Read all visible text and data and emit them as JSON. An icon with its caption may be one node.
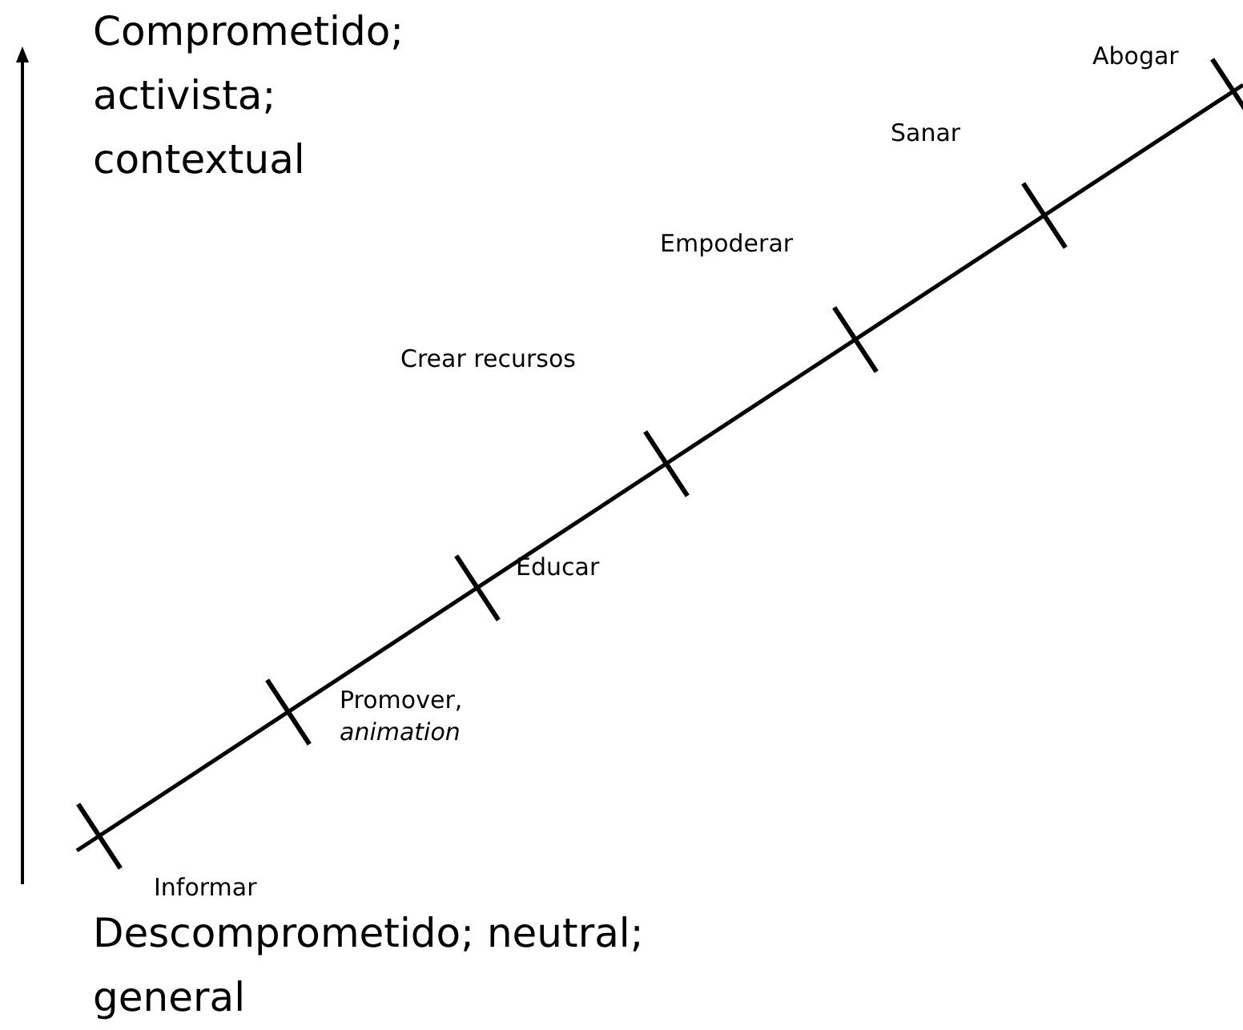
{
  "diagram": {
    "labels": [
      "Comprometido; activista; contextual",
      "Abogar",
      "Sanar",
      "Empoderar",
      "Crear recursos",
      "Educar",
      "Promover, *animation*",
      "Informar",
      "Descomprometido; neutral; general"
    ]
  }
}
